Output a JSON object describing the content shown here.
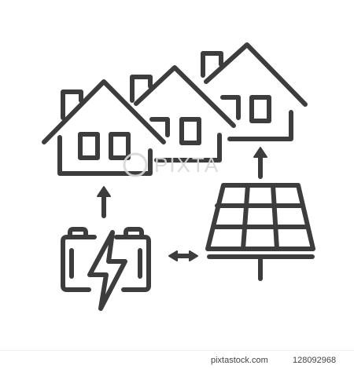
{
  "illustration": {
    "subject": "houses powered by solar panel and battery",
    "stroke_color": "#3d3d3d",
    "background": "#ffffff",
    "icons": [
      "house-icon",
      "house-icon",
      "house-icon",
      "battery-icon",
      "lightning-bolt-icon",
      "solar-panel-icon",
      "arrow-up-icon",
      "arrow-up-icon",
      "double-arrow-icon"
    ]
  },
  "watermark": {
    "text": "PIXTA",
    "color": "#d8d8d8"
  },
  "footer": {
    "site": "pixtastock.com",
    "image_id": "128092968"
  }
}
